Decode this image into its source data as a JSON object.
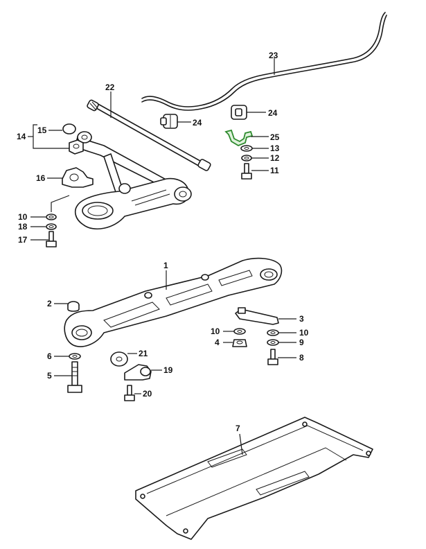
{
  "callouts": {
    "c1": "1",
    "c2": "2",
    "c3": "3",
    "c4": "4",
    "c5": "5",
    "c6": "6",
    "c7": "7",
    "c8": "8",
    "c9": "9",
    "c10a": "10",
    "c10b": "10",
    "c10c": "10",
    "c11": "11",
    "c12": "12",
    "c13": "13",
    "c14": "14",
    "c15": "15",
    "c16": "16",
    "c17": "17",
    "c18": "18",
    "c19": "19",
    "c20": "20",
    "c21": "21",
    "c22": "22",
    "c23": "23",
    "c24a": "24",
    "c24b": "24",
    "c25": "25"
  },
  "colors": {
    "line": "#1a1a1a",
    "highlight": "#2e8b2e"
  },
  "highlighted_part": "25"
}
